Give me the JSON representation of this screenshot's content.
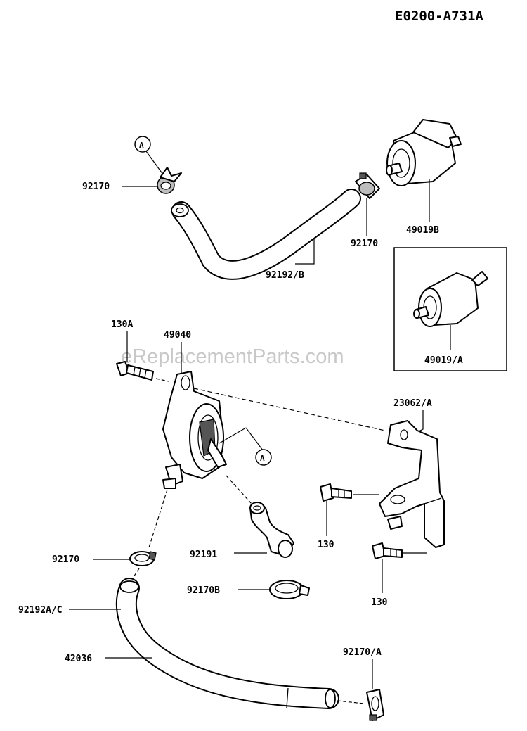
{
  "diagram_code": "E0200-A731A",
  "watermark": "eReplacementParts.com",
  "callout": "A",
  "labels": {
    "p92170_top": "92170",
    "p92170_mid": "92170",
    "p49019b": "49019B",
    "p92192b": "92192/B",
    "p49019a": "49019/A",
    "p130a": "130A",
    "p49040": "49040",
    "p23062a": "23062/A",
    "p130_upper": "130",
    "p130_lower": "130",
    "p92170_left": "92170",
    "p92191": "92191",
    "p92170b": "92170B",
    "p92192ac": "92192A/C",
    "p42036": "42036",
    "p92170a": "92170/A"
  }
}
